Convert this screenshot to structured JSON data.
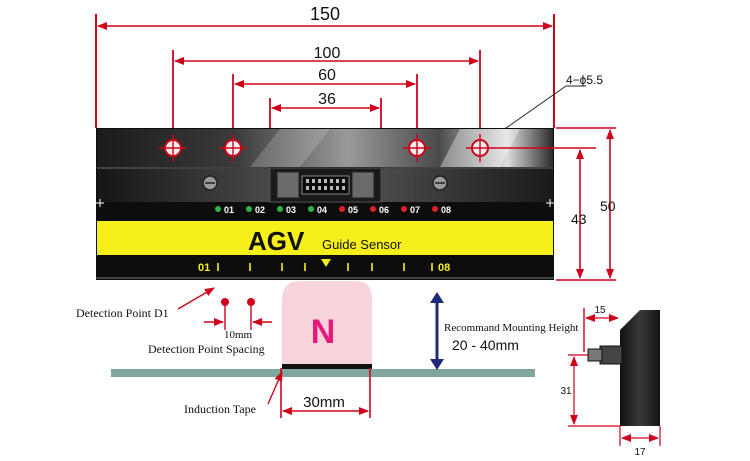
{
  "dimensions": {
    "overall_width": "150",
    "hole_spacing": "100",
    "inner_hole_spacing": "60",
    "connector_width": "36",
    "holes": "4−ϕ5.5",
    "hole_height": "43",
    "body_height": "50",
    "side_depth": "15",
    "side_height": "31",
    "side_base": "17",
    "tape_width": "30mm",
    "mount_height": "20 - 40mm"
  },
  "sensor": {
    "brand": "AGV",
    "subtitle": "Guide Sensor",
    "led_labels": [
      "01",
      "02",
      "03",
      "04",
      "05",
      "06",
      "07",
      "08"
    ],
    "scale_start": "01",
    "scale_end": "08"
  },
  "magnet": {
    "pole": "N"
  },
  "labels": {
    "detection_point": "Detection Point D1",
    "spacing_value": "10mm",
    "spacing_label": "Detection Point Spacing",
    "induction_tape": "Induction Tape",
    "mount_height_label": "Recommand Mounting Height"
  },
  "colors": {
    "dimension_red": "#d0021b",
    "sensor_yellow": "#f7ef1a",
    "magnet_pink": "#f7d3dc",
    "magnet_text": "#e8197d",
    "tape": "#7fa79f",
    "arrow_navy": "#1f2a7a",
    "led_green": "#2db34a",
    "led_red": "#e0202a"
  },
  "led_states": [
    "green",
    "green",
    "green",
    "green",
    "red",
    "red",
    "red",
    "red"
  ]
}
